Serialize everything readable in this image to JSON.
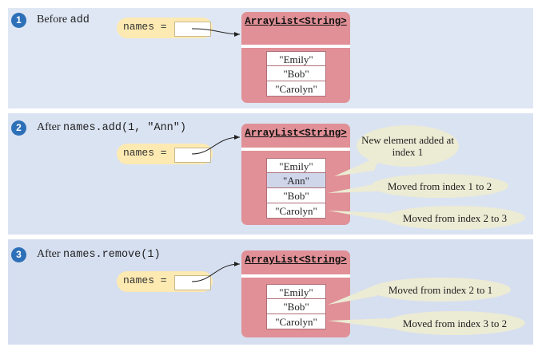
{
  "panels": [
    {
      "step": "1",
      "label_text": "Before ",
      "label_code": "add",
      "var_name": "names =",
      "type_title": "ArrayList<String>",
      "elements": [
        "\"Emily\"",
        "\"Bob\"",
        "\"Carolyn\""
      ]
    },
    {
      "step": "2",
      "label_text": "After ",
      "label_code": "names.add(1, \"Ann\")",
      "var_name": "names =",
      "type_title": "ArrayList<String>",
      "elements": [
        "\"Emily\"",
        "\"Ann\"",
        "\"Bob\"",
        "\"Carolyn\""
      ],
      "callouts": [
        "New element added at index 1",
        "Moved from index 1 to 2",
        "Moved from index 2 to 3"
      ]
    },
    {
      "step": "3",
      "label_text": "After ",
      "label_code": "names.remove(1)",
      "var_name": "names =",
      "type_title": "ArrayList<String>",
      "elements": [
        "\"Emily\"",
        "\"Bob\"",
        "\"Carolyn\""
      ],
      "callouts": [
        "Moved from index 2 to 1",
        "Moved from index 3 to 2"
      ]
    }
  ],
  "colors": {
    "step_circle": "#2d70b8",
    "variable_box": "#fdeab2",
    "object_box": "#e09096",
    "callout": "#ecebd4",
    "highlight_cell": "#d0d6ea"
  }
}
